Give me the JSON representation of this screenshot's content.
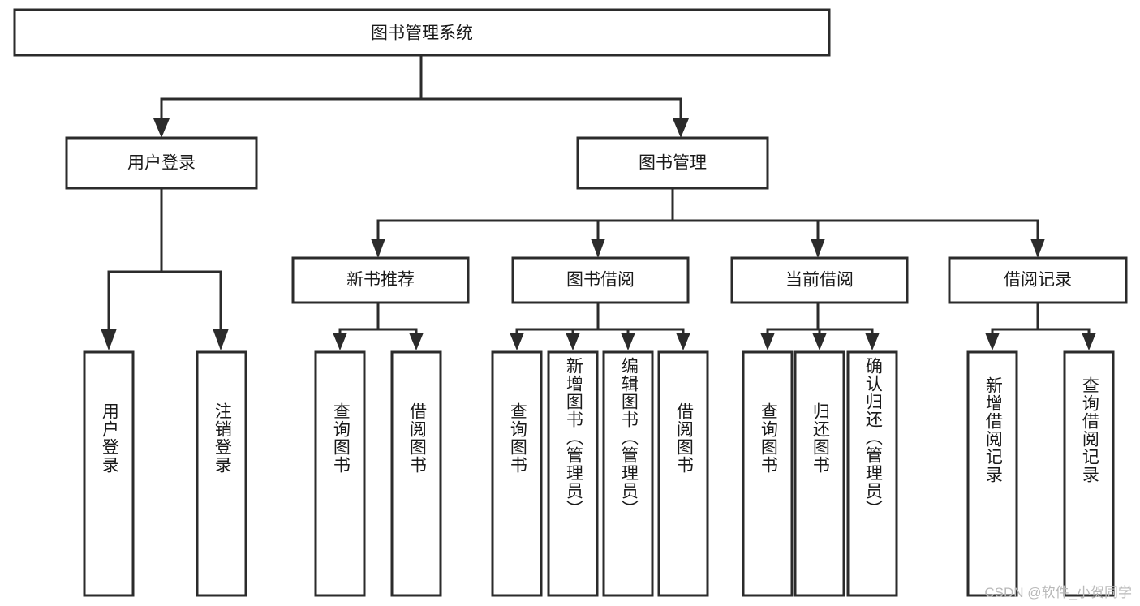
{
  "diagram": {
    "title": "图书管理系统",
    "style": {
      "box_fill": "#ffffff",
      "box_stroke": "#2b2b2b",
      "text_color": "#1a1a1a",
      "background": "#ffffff",
      "watermark_color": "#b9b9b9"
    },
    "root": {
      "label": "图书管理系统"
    },
    "level2": [
      {
        "label": "用户登录"
      },
      {
        "label": "图书管理"
      }
    ],
    "level3": [
      {
        "label": "新书推荐"
      },
      {
        "label": "图书借阅"
      },
      {
        "label": "当前借阅"
      },
      {
        "label": "借阅记录"
      }
    ],
    "leaves": {
      "user_login": [
        {
          "label": "用户登录"
        },
        {
          "label": "注销登录"
        }
      ],
      "new_book_recommend": [
        {
          "label": "查询图书"
        },
        {
          "label": "借阅图书"
        }
      ],
      "book_borrow": [
        {
          "label": "查询图书"
        },
        {
          "label": "新增图书（管理员）"
        },
        {
          "label": "编辑图书（管理员）"
        },
        {
          "label": "借阅图书"
        }
      ],
      "current_borrow": [
        {
          "label": "查询图书"
        },
        {
          "label": "归还图书"
        },
        {
          "label": "确认归还（管理员）"
        }
      ],
      "borrow_record": [
        {
          "label": "新增借阅记录"
        },
        {
          "label": "查询借阅记录"
        }
      ]
    },
    "watermark": "CSDN @软件_小贺同学"
  },
  "chart_data": {
    "type": "diagram",
    "title": "图书管理系统",
    "structure": "tree",
    "nodes": [
      {
        "id": "root",
        "label": "图书管理系统",
        "level": 1,
        "parent": null
      },
      {
        "id": "n-user-login",
        "label": "用户登录",
        "level": 2,
        "parent": "root"
      },
      {
        "id": "n-book-manage",
        "label": "图书管理",
        "level": 2,
        "parent": "root"
      },
      {
        "id": "n-new-book",
        "label": "新书推荐",
        "level": 3,
        "parent": "n-book-manage"
      },
      {
        "id": "n-book-borrow",
        "label": "图书借阅",
        "level": 3,
        "parent": "n-book-manage"
      },
      {
        "id": "n-current-borrow",
        "label": "当前借阅",
        "level": 3,
        "parent": "n-book-manage"
      },
      {
        "id": "n-borrow-record",
        "label": "借阅记录",
        "level": 3,
        "parent": "n-book-manage"
      },
      {
        "id": "l1",
        "label": "用户登录",
        "level": 4,
        "parent": "n-user-login"
      },
      {
        "id": "l2",
        "label": "注销登录",
        "level": 4,
        "parent": "n-user-login"
      },
      {
        "id": "l3",
        "label": "查询图书",
        "level": 4,
        "parent": "n-new-book"
      },
      {
        "id": "l4",
        "label": "借阅图书",
        "level": 4,
        "parent": "n-new-book"
      },
      {
        "id": "l5",
        "label": "查询图书",
        "level": 4,
        "parent": "n-book-borrow"
      },
      {
        "id": "l6",
        "label": "新增图书（管理员）",
        "level": 4,
        "parent": "n-book-borrow"
      },
      {
        "id": "l7",
        "label": "编辑图书（管理员）",
        "level": 4,
        "parent": "n-book-borrow"
      },
      {
        "id": "l8",
        "label": "借阅图书",
        "level": 4,
        "parent": "n-book-borrow"
      },
      {
        "id": "l9",
        "label": "查询图书",
        "level": 4,
        "parent": "n-current-borrow"
      },
      {
        "id": "l10",
        "label": "归还图书",
        "level": 4,
        "parent": "n-current-borrow"
      },
      {
        "id": "l11",
        "label": "确认归还（管理员）",
        "level": 4,
        "parent": "n-current-borrow"
      },
      {
        "id": "l12",
        "label": "新增借阅记录",
        "level": 4,
        "parent": "n-borrow-record"
      },
      {
        "id": "l13",
        "label": "查询借阅记录",
        "level": 4,
        "parent": "n-borrow-record"
      }
    ]
  }
}
